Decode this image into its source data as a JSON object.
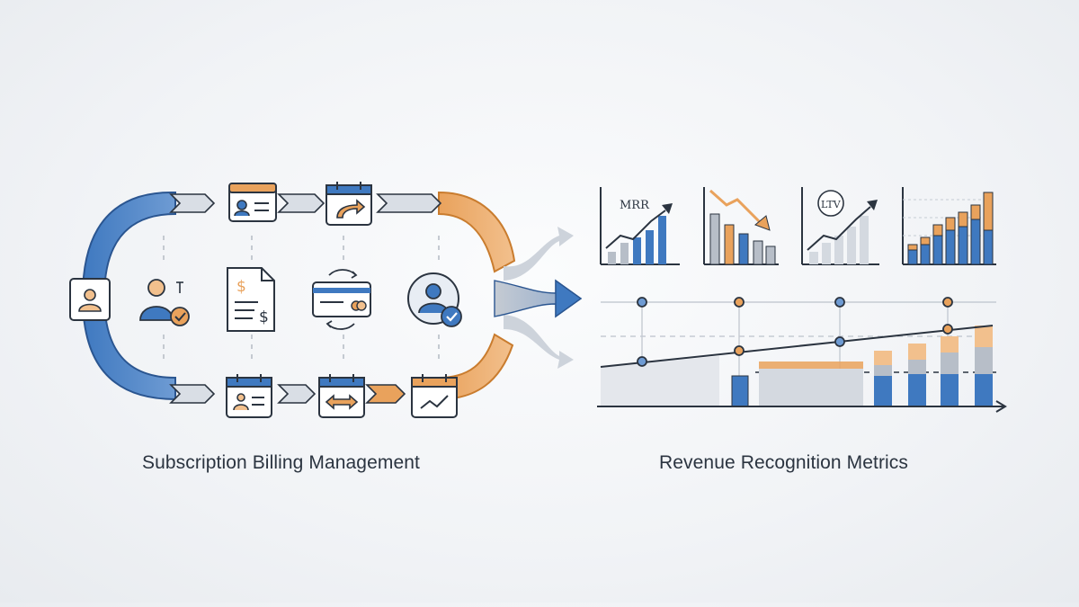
{
  "captions": {
    "left": "Subscription Billing Management",
    "right": "Revenue Recognition Metrics"
  },
  "charts": {
    "mrr_label": "MRR",
    "ltv_label": "LTV"
  },
  "colors": {
    "blue": "#3f79c0",
    "blue_dark": "#2a5590",
    "orange": "#e9a25c",
    "gray": "#b7bec8",
    "outline": "#2b3440"
  },
  "icons": [
    "user-card-icon",
    "user-check-icon",
    "invoice-icon",
    "credit-card-sync-icon",
    "user-approved-icon",
    "calendar-icon",
    "browser-profile-icon",
    "profile-card-icon",
    "mrr-chart-icon",
    "declining-chart-icon",
    "ltv-chart-icon",
    "stacked-bar-chart-icon"
  ]
}
